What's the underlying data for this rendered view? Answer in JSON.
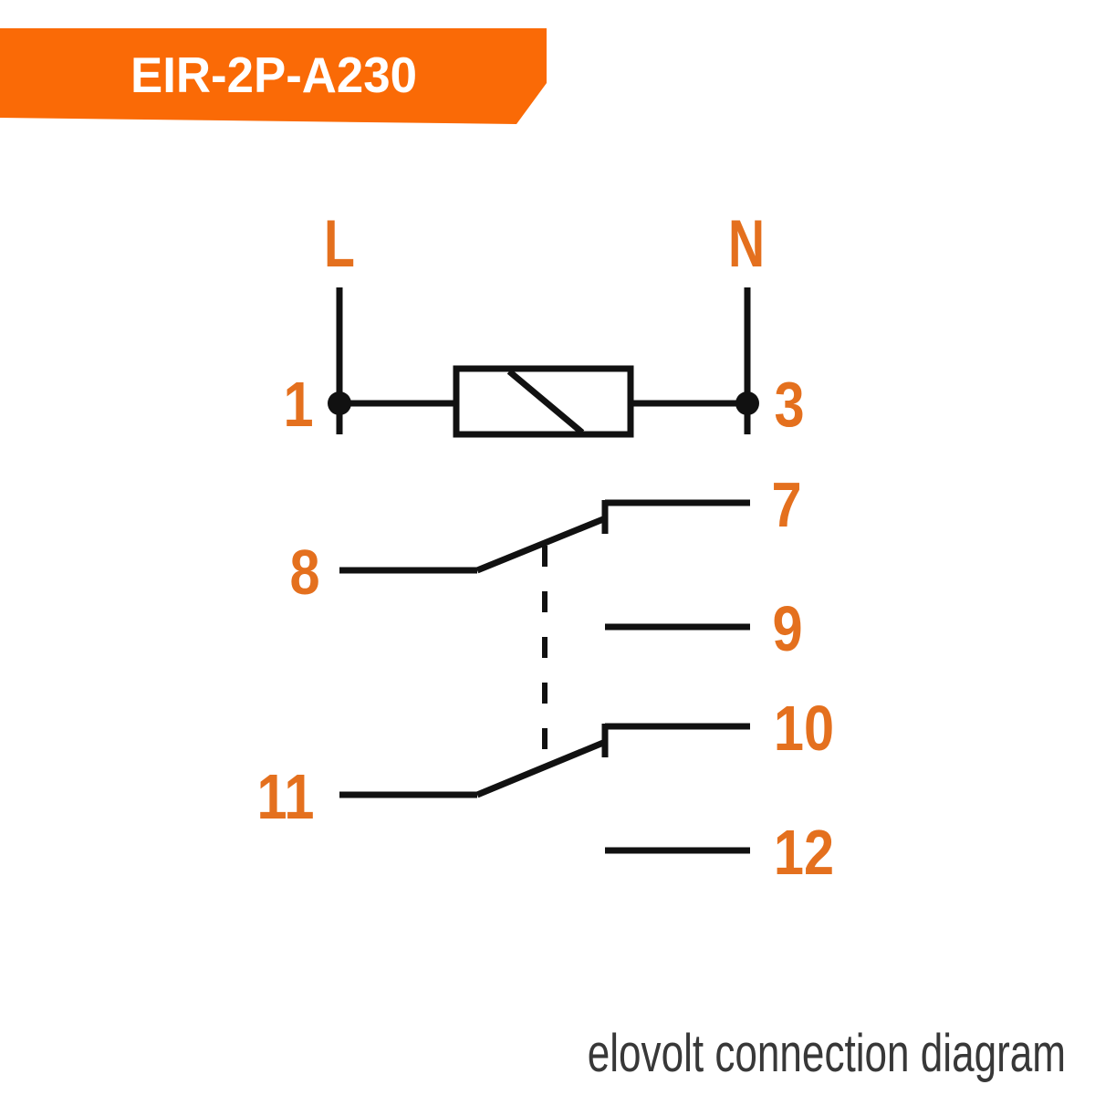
{
  "banner": {
    "model": "EIR-2P-A230"
  },
  "footer": {
    "caption": "elovolt connection diagram"
  },
  "colors": {
    "banner_orange": "#FA6A06",
    "label_orange": "#E4701E",
    "line_black": "#111111",
    "footer_gray": "#383838",
    "background": "#FFFFFF"
  },
  "diagram": {
    "labels": {
      "line": "L",
      "neutral": "N",
      "t1": "1",
      "t3": "3",
      "t7": "7",
      "t8": "8",
      "t9": "9",
      "t10": "10",
      "t11": "11",
      "t12": "12"
    },
    "symbols": {
      "coil": "relay-coil-symbol",
      "mechanical_link": "dashed-linkage"
    }
  }
}
